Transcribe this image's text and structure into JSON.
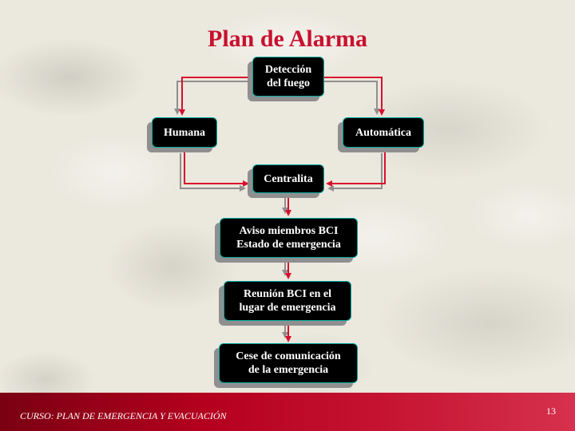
{
  "title": "Plan de Alarma",
  "nodes": {
    "deteccion": [
      "Detección",
      "del fuego"
    ],
    "humana": [
      "Humana"
    ],
    "automatica": [
      "Automática"
    ],
    "centralita": [
      "Centralita"
    ],
    "aviso": [
      "Aviso miembros BCI",
      "Estado de emergencia"
    ],
    "reunion": [
      "Reunión BCI en el",
      "lugar de emergencia"
    ],
    "cese": [
      "Cese de comunicación",
      "de la emergencia"
    ]
  },
  "colors": {
    "title": "#c8102e",
    "arrow": "#d8102e",
    "arrow_shadow": "#8f8f8f",
    "box_border": "#00a9a0",
    "footer": "#b4001e"
  },
  "footer": {
    "course": "CURSO:  PLAN DE EMERGENCIA Y EVACUACIÓN",
    "page": "13"
  }
}
